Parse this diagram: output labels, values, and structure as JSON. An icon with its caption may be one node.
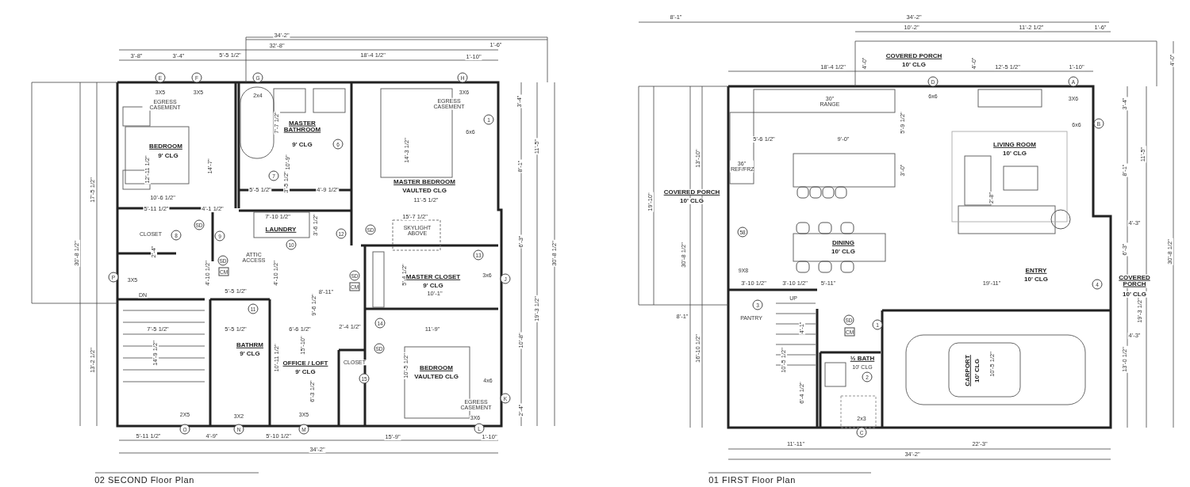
{
  "diagram": {
    "nodes": [
      {
        "text": [
          "E"
        ]
      },
      {
        "text": [
          "F"
        ]
      },
      {
        "text": [
          "G"
        ]
      },
      {
        "text": [
          "H"
        ]
      },
      {
        "text": [
          "1"
        ]
      },
      {
        "text": [
          "6"
        ]
      },
      {
        "text": [
          "7"
        ]
      },
      {
        "text": [
          "SD"
        ]
      },
      {
        "text": [
          "8"
        ]
      },
      {
        "text": [
          "9"
        ]
      },
      {
        "text": [
          "SD"
        ]
      },
      {
        "text": [
          "12"
        ]
      },
      {
        "text": [
          "10"
        ]
      },
      {
        "text": [
          "13"
        ]
      },
      {
        "text": [
          "SD"
        ]
      },
      {
        "text": [
          "CM"
        ]
      },
      {
        "text": [
          "P"
        ]
      },
      {
        "text": [
          "SD"
        ]
      },
      {
        "text": [
          "CM"
        ]
      },
      {
        "text": [
          "J"
        ]
      },
      {
        "text": [
          "11"
        ]
      },
      {
        "text": [
          "14"
        ]
      },
      {
        "text": [
          "SD"
        ]
      },
      {
        "text": [
          "15"
        ]
      },
      {
        "text": [
          "K"
        ]
      },
      {
        "text": [
          "L"
        ]
      },
      {
        "text": [
          "O"
        ]
      },
      {
        "text": [
          "N"
        ]
      },
      {
        "text": [
          "M"
        ]
      },
      {
        "text": [
          "D"
        ]
      },
      {
        "text": [
          "A"
        ]
      },
      {
        "text": [
          "B"
        ]
      },
      {
        "text": [
          "58"
        ]
      },
      {
        "text": [
          "4"
        ]
      },
      {
        "text": [
          "3"
        ]
      },
      {
        "text": [
          "SD"
        ]
      },
      {
        "text": [
          "1"
        ]
      },
      {
        "text": [
          "CM"
        ]
      },
      {
        "text": [
          "2"
        ]
      },
      {
        "text": [
          "C"
        ]
      }
    ],
    "labels": [
      "34'-2\"",
      "32'-8\"",
      "3'-8\"",
      "3'-4\"",
      "5'-5 1/2\"",
      "18'-4 1/2\"",
      "1'-10\"",
      "1'-6\"",
      "3X5",
      "3X5",
      "EGRESS CASEMENT",
      "2x4",
      "7'-7 1/2\"",
      "MASTER BATHROOM",
      "9' CLG",
      "3X6",
      "EGRESS CASEMENT",
      "6x6",
      "3'-4\"",
      "10'-9\"",
      "BEDROOM",
      "9' CLG",
      "12'-11 1/2\"",
      "14'-7\"",
      "14'-3 1/2\"",
      "8'-1\"",
      "11'-5\"",
      "5'-5 1/2\"",
      "3'-5 1/2\"",
      "4'-9 1/2\"",
      "MASTER BEDROOM",
      "VAULTED CLG",
      "10'-6 1/2\"",
      "11'-5 1/2\"",
      "5'-11 1/2\"",
      "4'-1 1/2\"",
      "7'-10 1/2\"",
      "15'-7 1/2\"",
      "3'-6 1/2\"",
      "LAUNDRY",
      "SKYLIGHT ABOVE",
      "CLOSET",
      "2'-4\"",
      "6'-3\"",
      "30'-8 1/2\"",
      "ATTIC ACCESS",
      "4'-10 1/2\"",
      "4'-10 1/2\"",
      "5'-4 1/2\"",
      "MASTER CLOSET",
      "9' CLG",
      "3x6",
      "3X5",
      "10'-1\"",
      "5'-5 1/2\"",
      "8'-11\"",
      "9'-6 1/2\"",
      "DN",
      "19'-3 1/2\"",
      "2'-4 1/2\"",
      "7'-5 1/2\"",
      "5'-5 1/2\"",
      "6'-6 1/2\"",
      "11'-9\"",
      "15'-10\"",
      "BATHRM",
      "9' CLG",
      "14'-9 1/2\"",
      "10'-11 1/2\"",
      "10'-8\"",
      "CLOSET",
      "10'-5 1/2\"",
      "OFFICE / LOFT",
      "9' CLG",
      "BEDROOM",
      "VAULTED CLG",
      "4x6",
      "6'-3 1/2\"",
      "EGRESS CASEMENT",
      "2'-4\"",
      "2X5",
      "3X2",
      "3X5",
      "3X6",
      "5'-11 1/2\"",
      "4'-9\"",
      "5'-10 1/2\"",
      "15'-9\"",
      "1'-10\"",
      "34'-2\"",
      "17'-5 1/2\"",
      "30'-8 1/2\"",
      "13'-2 1/2\"",
      "02 SECOND Floor Plan",
      "8'-1\"",
      "34'-2\"",
      "10'-2\"",
      "11'-2 1/2\"",
      "1'-6\"",
      "COVERED PORCH",
      "10' CLG",
      "4'-0\"",
      "4'-0\"",
      "4'-0\"",
      "18'-4 1/2\"",
      "12'-5 1/2\"",
      "1'-10\"",
      "6x6",
      "3X6",
      "30\" RANGE",
      "6x6",
      "3'-4\"",
      "5'-9 1/2\"",
      "5'-6 1/2\"",
      "9'-0\"",
      "LIVING ROOM",
      "10' CLG",
      "11'-5\"",
      "8'-1\"",
      "13'-10\"",
      "36\" REF/FRZ",
      "3'-0\"",
      "19'-10\"",
      "COVERED PORCH",
      "10' CLG",
      "2'-8\"",
      "4'-3\"",
      "DINING",
      "10' CLG",
      "30'-8 1/2\"",
      "6'-3\"",
      "30'-8 1/2\"",
      "9X8",
      "ENTRY",
      "10' CLG",
      "COVERED PORCH",
      "10' CLG",
      "3'-10 1/2\"",
      "3'-10 1/2\"",
      "5'-11\"",
      "19'-11\"",
      "UP",
      "19'-3 1/2\"",
      "8'-1\"",
      "PANTRY",
      "4'-1\"",
      "16'-10 1/2\"",
      "4'-3\"",
      "10'-5 1/2\"",
      "½ BATH",
      "10' CLG",
      "CARPORT",
      "10' CLG",
      "10'-5 1/2\"",
      "13'-0 1/2\"",
      "6'-4 1/2\"",
      "2x3",
      "11'-11\"",
      "22'-3\"",
      "34'-2\"",
      "01 FIRST Floor Plan"
    ]
  }
}
